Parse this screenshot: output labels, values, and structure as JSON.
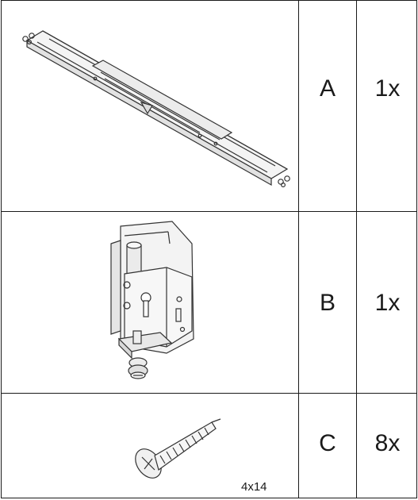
{
  "parts": [
    {
      "letter": "A",
      "quantity": "1x",
      "part_icon": "rail-bracket-icon"
    },
    {
      "letter": "B",
      "quantity": "1x",
      "part_icon": "hinge-bracket-icon"
    },
    {
      "letter": "C",
      "quantity": "8x",
      "part_icon": "screw-icon",
      "size_label": "4x14"
    }
  ]
}
